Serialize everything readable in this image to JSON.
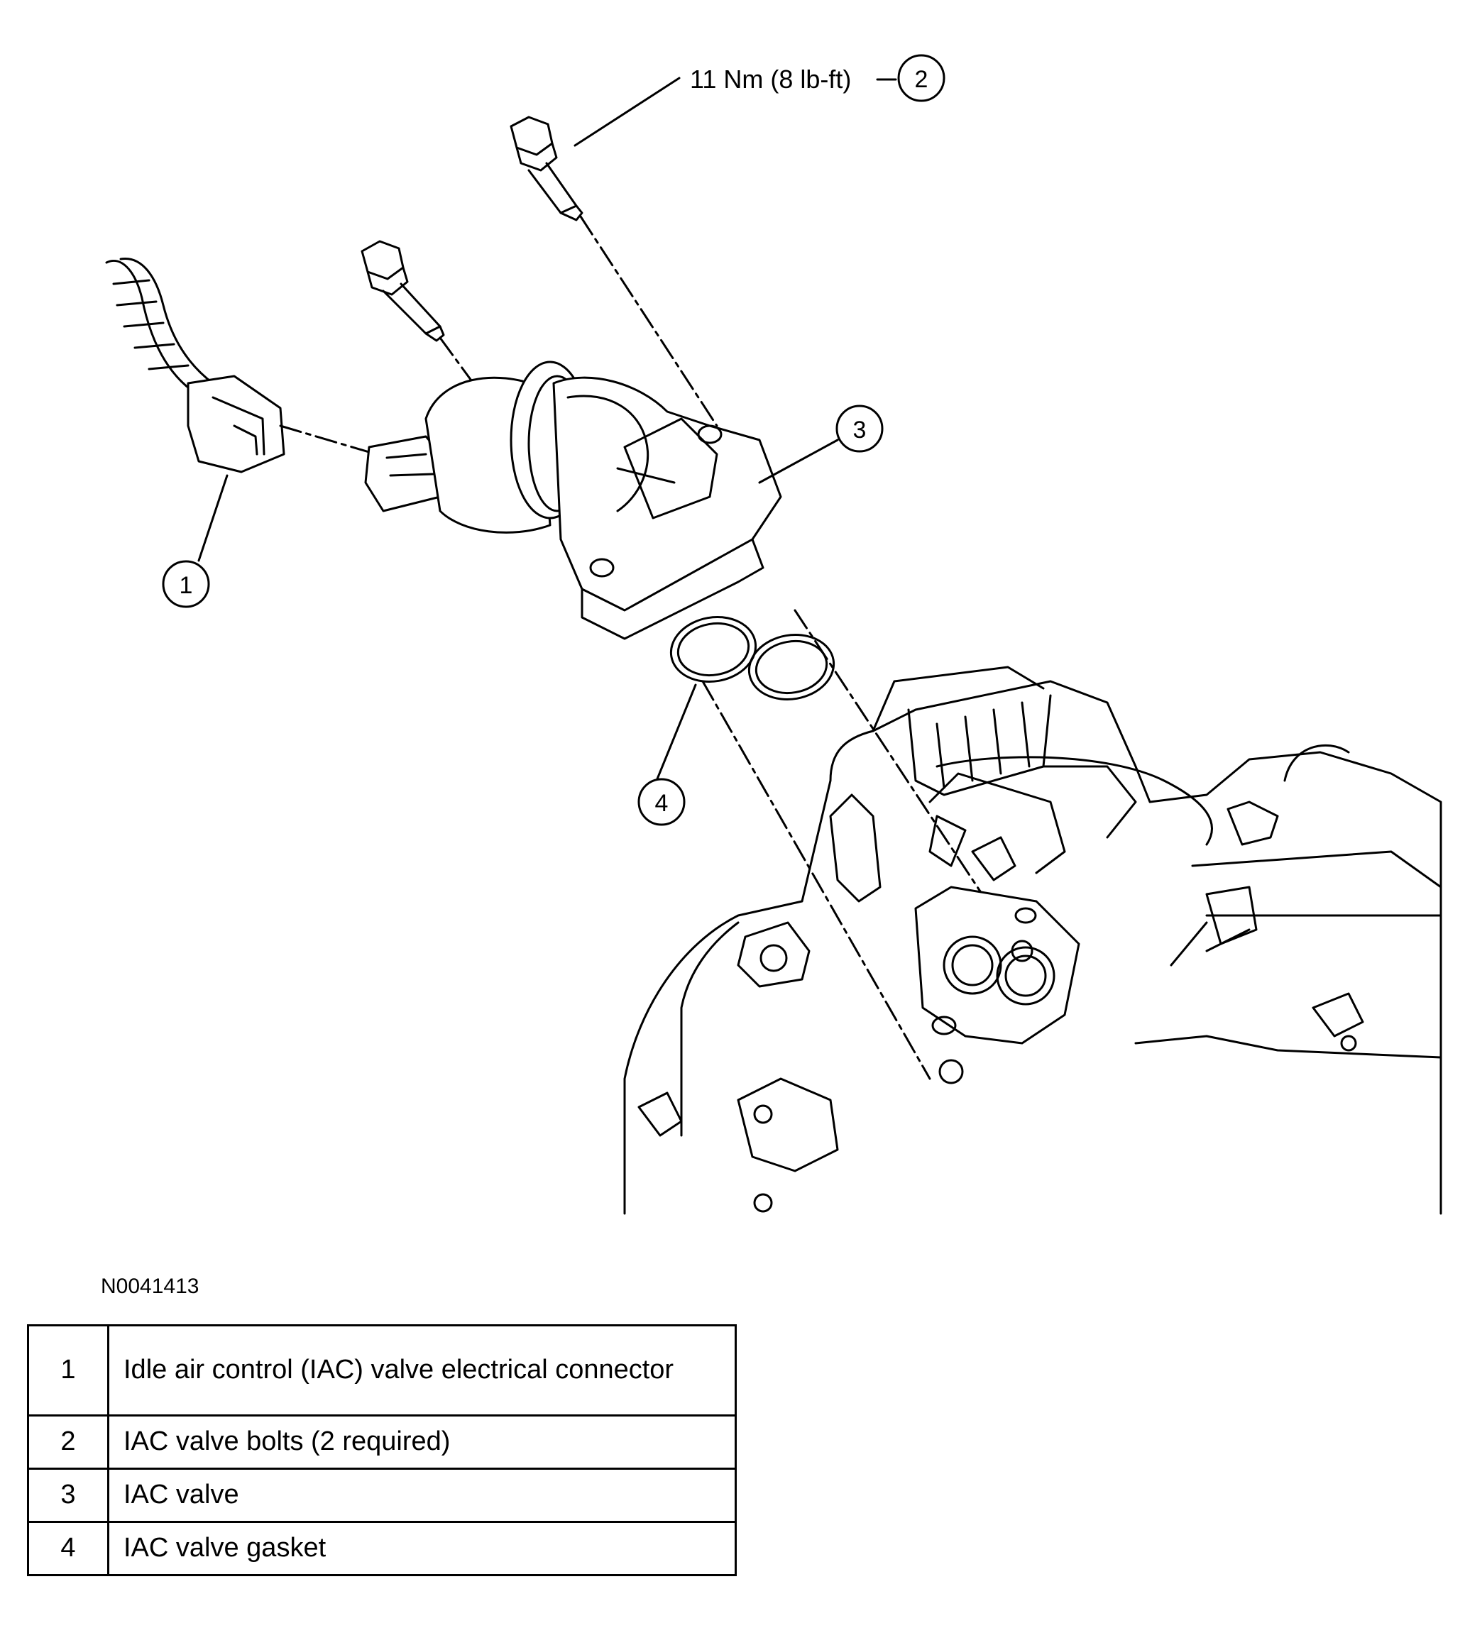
{
  "torque_callout": "11 Nm (8 lb-ft)",
  "callouts": {
    "c1": "1",
    "c2": "2",
    "c3": "3",
    "c4": "4"
  },
  "figure_id": "N0041413",
  "legend": [
    {
      "num": "1",
      "text": "Idle air control (IAC) valve electrical connector"
    },
    {
      "num": "2",
      "text": "IAC valve bolts (2 required)"
    },
    {
      "num": "3",
      "text": "IAC valve"
    },
    {
      "num": "4",
      "text": "IAC valve gasket"
    }
  ]
}
